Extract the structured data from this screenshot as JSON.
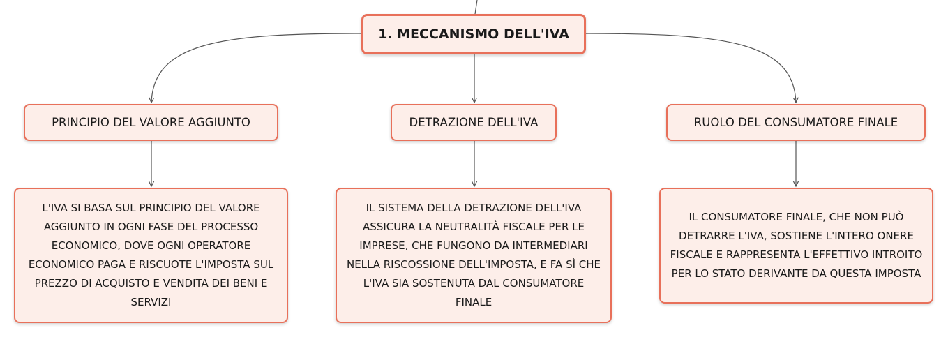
{
  "root": {
    "label": "1. MECCANISMO DELL'IVA"
  },
  "branches": [
    {
      "label": "PRINCIPIO DEL VALORE AGGIUNTO",
      "detail": "L'IVA SI BASA SUL PRINCIPIO DEL VALORE AGGIUNTO IN OGNI FASE DEL PROCESSO ECONOMICO, DOVE OGNI OPERATORE ECONOMICO PAGA E RISCUOTE L'IMPOSTA SUL PREZZO DI ACQUISTO E VENDITA DEI BENI E SERVIZI"
    },
    {
      "label": "DETRAZIONE DELL'IVA",
      "detail": "IL SISTEMA DELLA DETRAZIONE DELL'IVA ASSICURA LA NEUTRALITÀ FISCALE PER LE IMPRESE, CHE FUNGONO DA INTERMEDIARI NELLA RISCOSSIONE DELL'IMPOSTA, E FA SÌ CHE L'IVA SIA SOSTENUTA DAL CONSUMATORE FINALE"
    },
    {
      "label": "RUOLO DEL CONSUMATORE FINALE",
      "detail": "IL CONSUMATORE FINALE, CHE NON PUÒ DETRARRE L'IVA, SOSTIENE L'INTERO ONERE FISCALE E RAPPRESENTA L'EFFETTIVO INTROITO PER LO STATO DERIVANTE DA QUESTA IMPOSTA"
    }
  ],
  "colors": {
    "node_fill": "#fdeee9",
    "node_border": "#e8705a",
    "connector": "#555555"
  }
}
